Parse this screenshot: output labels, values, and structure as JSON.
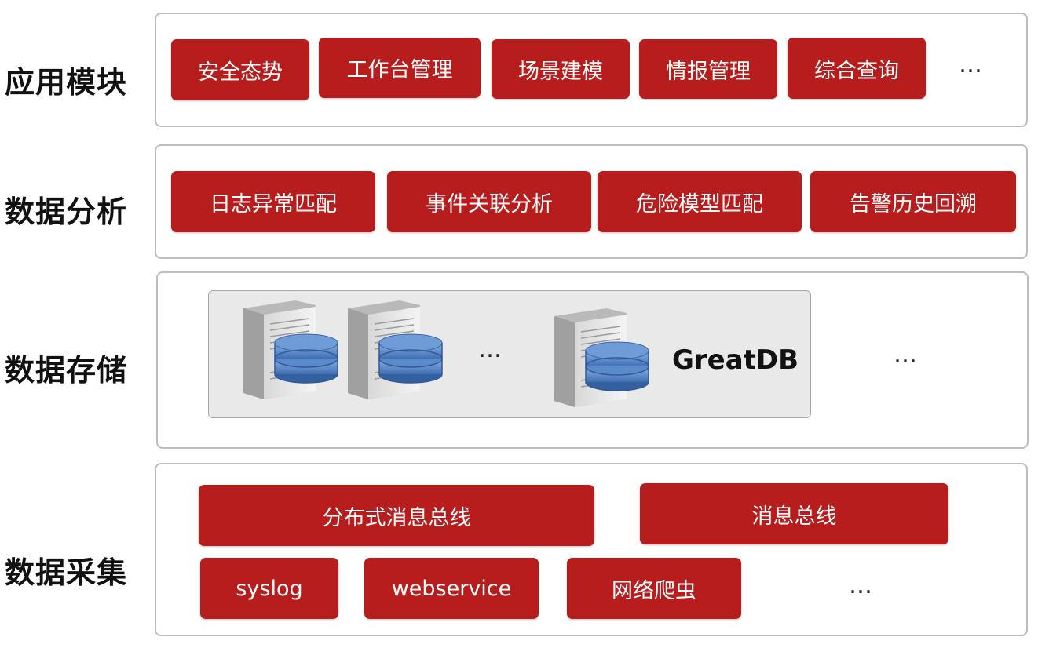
{
  "layers": {
    "app": {
      "label": "应用模块",
      "items": [
        "安全态势",
        "工作台管理",
        "场景建模",
        "情报管理",
        "综合查询"
      ],
      "more": "…"
    },
    "analysis": {
      "label": "数据分析",
      "items": [
        "日志异常匹配",
        "事件关联分析",
        "危险模型匹配",
        "告警历史回溯"
      ]
    },
    "storage": {
      "label": "数据存储",
      "inner_more": "…",
      "db_name": "GreatDB",
      "more": "…"
    },
    "collection": {
      "label": "数据采集",
      "buses": [
        "分布式消息总线",
        "消息总线"
      ],
      "sources": [
        "syslog",
        "webservice",
        "网络爬虫"
      ],
      "more": "…"
    }
  },
  "colors": {
    "box_fill": "#b81d1d",
    "box_text": "#ffffff",
    "panel_border": "#bdbdbd",
    "storage_inner_fill": "#e9e9e9",
    "db_blue": "#4d7fc4"
  },
  "icons": [
    "server-tower-icon",
    "database-icon"
  ]
}
